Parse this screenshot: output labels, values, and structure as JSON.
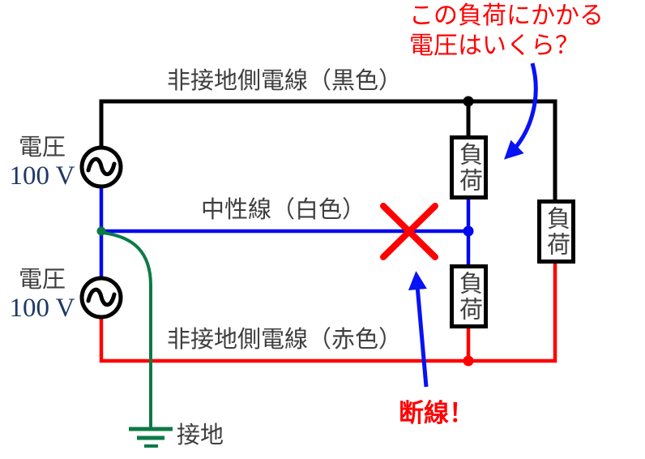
{
  "colors": {
    "wire_black": "#000000",
    "wire_blue": "#0008ee",
    "wire_red": "#ff0000",
    "ground_green": "#0d7a46",
    "text_gray": "#3f3f3f",
    "voltage_navy": "#1f3864",
    "annotation_red": "#ff0000",
    "annotation_blue": "#0712f5"
  },
  "wire_labels": {
    "top": "非接地側電線（黒色）",
    "neutral": "中性線（白色）",
    "bottom": "非接地側電線（赤色）"
  },
  "sources": {
    "upper": {
      "label": "電圧",
      "value": "100 V"
    },
    "lower": {
      "label": "電圧",
      "value": "100 V"
    }
  },
  "loads": {
    "upper": "負荷",
    "lower": "負荷",
    "right": "負荷"
  },
  "ground_label": "接地",
  "annotations": {
    "question": "この負荷にかかる\n電圧はいくら？",
    "break_label": "断線！"
  }
}
